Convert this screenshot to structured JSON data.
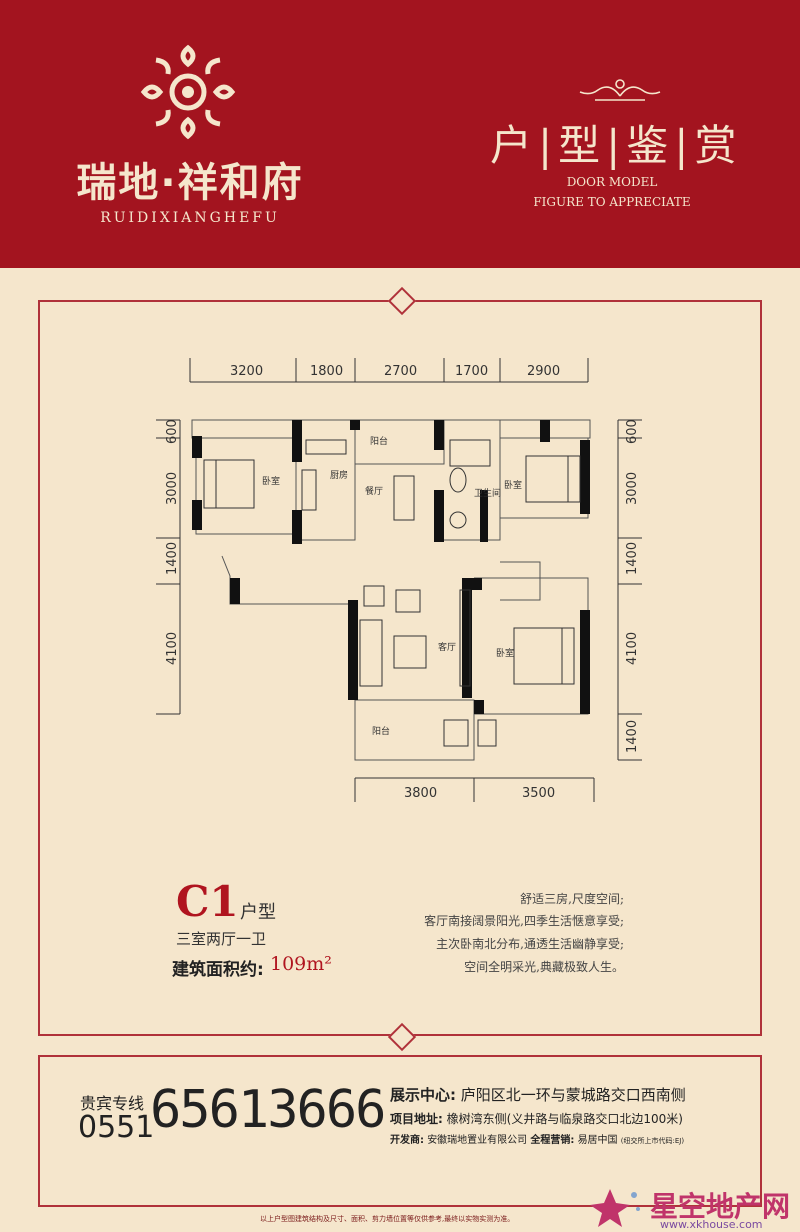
{
  "header": {
    "brand_name": "瑞地·祥和府",
    "brand_roman": "RUIDIXIANGHEFU",
    "title_cn": "户|型|鉴|赏",
    "title_en_line1": "DOOR MODEL",
    "title_en_line2": "FIGURE TO APPRECIATE"
  },
  "plan": {
    "top_dims": [
      "3200",
      "1800",
      "2700",
      "1700",
      "2900"
    ],
    "bottom_dims": [
      "3800",
      "3500"
    ],
    "left_dims": [
      "600",
      "3000",
      "1400",
      "4100"
    ],
    "right_dims": [
      "600",
      "3000",
      "1400",
      "4100",
      "1400"
    ],
    "rooms": {
      "bedroom": "卧室",
      "balcony": "阳台",
      "kitchen": "厨房",
      "dining": "餐厅",
      "bathroom": "卫生间",
      "living": "客厅"
    }
  },
  "unit": {
    "code": "C1",
    "suffix": "户型",
    "layout": "三室两厅一卫",
    "area_label": "建筑面积约:",
    "area_value": "109m²"
  },
  "features": [
    "舒适三房,尺度空间;",
    "客厅南接阔景阳光,四季生活惬意享受;",
    "主次卧南北分布,通透生活幽静享受;",
    "空间全明采光,典藏极致人生。"
  ],
  "contact": {
    "hotline_label": "贵宾专线",
    "area_code": "0551",
    "phone": "65613666",
    "showroom_label": "展示中心:",
    "showroom": "庐阳区北一环与蒙城路交口西南侧",
    "address_label": "项目地址:",
    "address": "橡树湾东侧(义井路与临泉路交口北边100米)",
    "developer_label": "开发商:",
    "developer": "安徽瑞地置业有限公司",
    "sales_label": "全程营销:",
    "sales": "易居中国",
    "sales_note": "(纽交所上市代码:EJ)"
  },
  "disclaimer": "以上户型图建筑结构及尺寸、面积、剪力墙位置等仅供参考,最终以实物实测为准。",
  "watermark": {
    "text": "星空地产网",
    "url": "www.xkhouse.com"
  },
  "colors": {
    "header_red": "#a3141f",
    "cream": "#f5e6cc",
    "accent_red": "#b0141f"
  }
}
